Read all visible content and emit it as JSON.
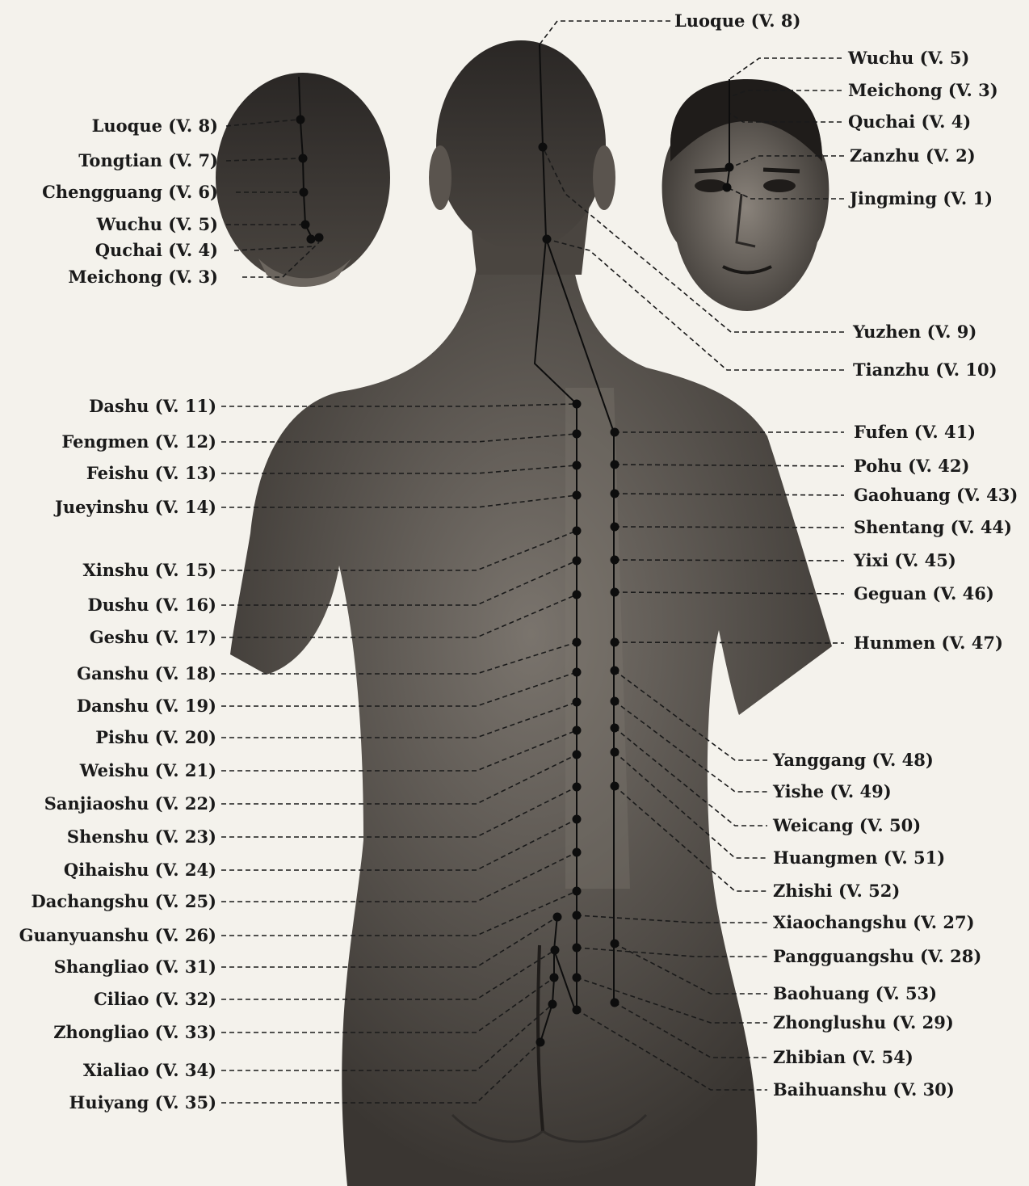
{
  "colors": {
    "paper": "#f4f2ec",
    "skin": "#5a5550",
    "skin_dark": "#2e2b28",
    "ink": "#111111"
  },
  "labels": {
    "left_head": {
      "luoque": "Luoque (V. 8)",
      "tongtian": "Tongtian (V. 7)",
      "chengguang": "Chengguang (V. 6)",
      "wuchu": "Wuchu (V. 5)",
      "quchai": "Quchai (V. 4)",
      "meichong": "Meichong (V. 3)"
    },
    "top": {
      "luoque": "Luoque (V. 8)"
    },
    "right_head": {
      "wuchu": "Wuchu (V. 5)",
      "meichong": "Meichong (V. 3)",
      "quchai": "Quchai (V. 4)",
      "zanzhu": "Zanzhu (V. 2)",
      "jingming": "Jingming (V. 1)",
      "yuzhen": "Yuzhen (V. 9)",
      "tianzhu": "Tianzhu (V. 10)"
    },
    "left_back": {
      "dashu": "Dashu (V. 11)",
      "fengmen": "Fengmen (V. 12)",
      "feishu": "Feishu (V. 13)",
      "jueyinshu": "Jueyinshu (V. 14)",
      "xinshu": "Xinshu (V. 15)",
      "dushu": "Dushu (V. 16)",
      "geshu": "Geshu (V. 17)",
      "ganshu": "Ganshu (V. 18)",
      "danshu": "Danshu (V. 19)",
      "pishu": "Pishu (V. 20)",
      "weishu": "Weishu (V. 21)",
      "sanjiaoshu": "Sanjiaoshu (V. 22)",
      "shenshu": "Shenshu (V. 23)",
      "qihaishu": "Qihaishu (V. 24)",
      "dachangshu": "Dachangshu (V. 25)",
      "guanyuanshu": "Guanyuanshu (V. 26)",
      "shangliao": "Shangliao (V. 31)",
      "ciliao": "Ciliao (V. 32)",
      "zhongliao": "Zhongliao (V. 33)",
      "xialiao": "Xialiao (V. 34)",
      "huiyang": "Huiyang (V. 35)"
    },
    "right_back": {
      "fufen": "Fufen (V. 41)",
      "pohu": "Pohu (V. 42)",
      "gaohuang": "Gaohuang (V. 43)",
      "shentang": "Shentang (V. 44)",
      "yixi": "Yixi (V. 45)",
      "geguan": "Geguan (V. 46)",
      "hunmen": "Hunmen (V. 47)",
      "yanggang": "Yanggang (V. 48)",
      "yishe": "Yishe (V. 49)",
      "weicang": "Weicang (V. 50)",
      "huangmen": "Huangmen (V. 51)",
      "zhishi": "Zhishi (V. 52)",
      "xiaochangshu": "Xiaochangshu (V. 27)",
      "pangguangshu": "Pangguangshu (V. 28)",
      "baohuang": "Baohuang (V. 53)",
      "zhonglushu": "Zhonglushu (V. 29)",
      "zhibian": "Zhibian (V. 54)",
      "baihuanshu": "Baihuanshu (V. 30)"
    }
  }
}
